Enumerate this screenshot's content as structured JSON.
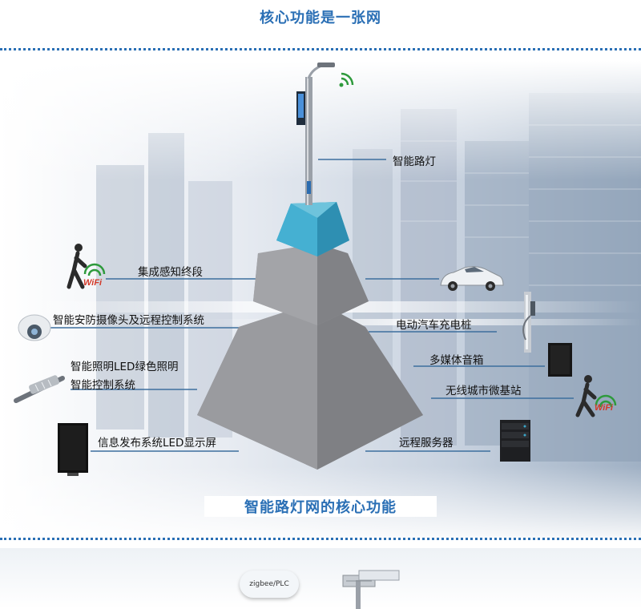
{
  "header": {
    "title": "核心功能是一张网"
  },
  "diagram": {
    "top_item": "智能路灯",
    "left_items": [
      "集成感知终段",
      "智能安防摄像头及远程控制系统",
      "智能照明LED绿色照明",
      "智能控制系统",
      "信息发布系统LED显示屏"
    ],
    "right_items": [
      "电动汽车充电桩",
      "多媒体音箱",
      "无线城市微基站",
      "远程服务器"
    ],
    "wifi_badge": "WiFi",
    "caption": "智能路灯网的核心功能",
    "colors": {
      "accent": "#2a6fb5",
      "cap_top": "#6ec3dc",
      "cap_front": "#3aa5c8",
      "pyramid": "#8e8f93"
    }
  },
  "bottom": {
    "cloud_label": "zigbee/PLC"
  }
}
